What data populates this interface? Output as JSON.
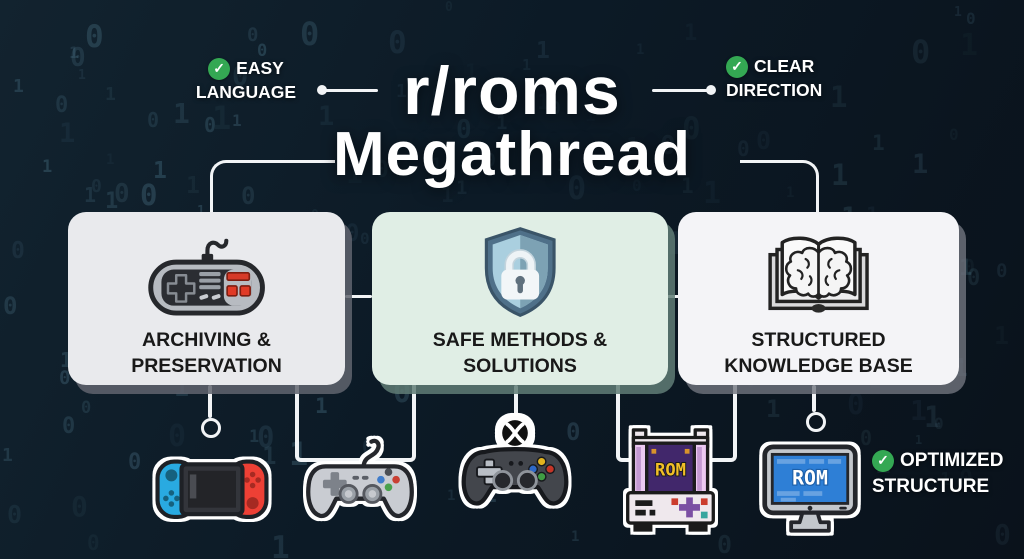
{
  "header": {
    "title_line1": "r/roms",
    "title_line2": "Megathread"
  },
  "check_glyph": "✓",
  "badges": {
    "easy": {
      "line1": "EASY",
      "line2": "LANGUAGE",
      "icon": "check-circle"
    },
    "clear": {
      "line1": "CLEAR",
      "line2": "DIRECTION",
      "icon": "check-circle"
    },
    "optimized": {
      "line1": "OPTIMIZED",
      "line2": "STRUCTURE",
      "icon": "check-circle"
    }
  },
  "cards": [
    {
      "id": "archiving-preservation",
      "icon": "retro-controller-icon",
      "label_line1": "ARCHIVING &",
      "label_line2": "PRESERVATION"
    },
    {
      "id": "safe-methods-solutions",
      "icon": "shield-lock-icon",
      "label_line1": "SAFE METHODS &",
      "label_line2": "SOLUTIONS"
    },
    {
      "id": "structured-knowledge-base",
      "icon": "book-brain-icon",
      "label_line1": "STRUCTURED",
      "label_line2": "KNOWLEDGE BASE"
    }
  ],
  "bottom_icons": [
    {
      "id": "nintendo-switch"
    },
    {
      "id": "playstation-controller"
    },
    {
      "id": "xbox-controller"
    },
    {
      "id": "arcade-machine",
      "screen_text": "ROM"
    },
    {
      "id": "desktop-monitor",
      "screen_text": "ROM"
    }
  ],
  "colors": {
    "background": "#0c1a26",
    "accent_green": "#34a853",
    "connector": "#f2f4f6",
    "card1_bg": "#e9eaed",
    "card2_bg": "#e0eee5",
    "card3_bg": "#f4f4f7",
    "label_text": "#191919",
    "title_text": "#ffffff"
  }
}
